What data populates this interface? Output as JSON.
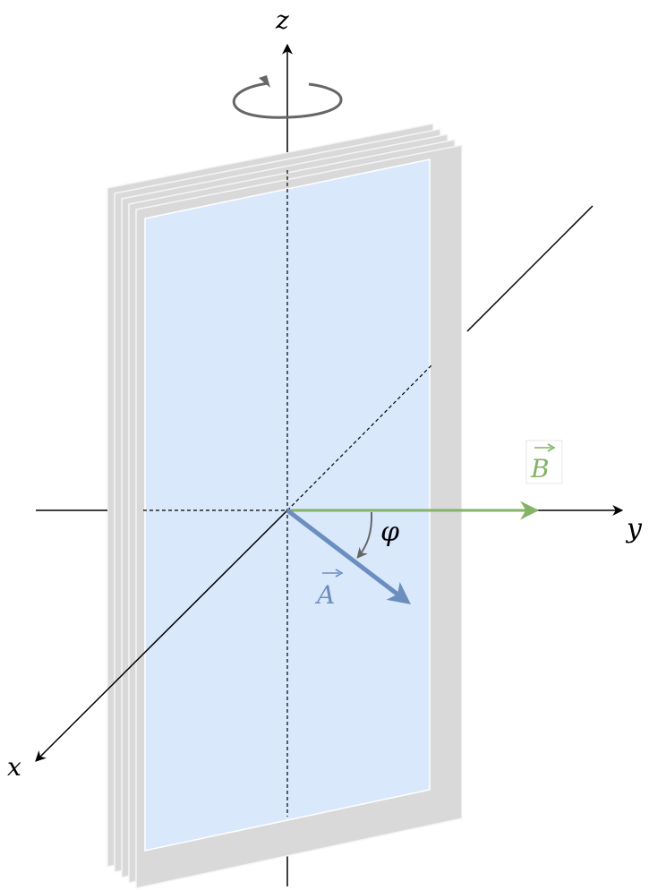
{
  "axes": {
    "x": "x",
    "y": "y",
    "z": "z"
  },
  "vectors": {
    "A": {
      "label": "A",
      "color": "#6c8ebf"
    },
    "B": {
      "label": "B",
      "color": "#82b366"
    }
  },
  "angle": {
    "label": "φ"
  },
  "colors": {
    "coil_face": "#dae8fc",
    "coil_frame": "#d9d9d9",
    "coil_frame_edge": "#f5f5f5",
    "axis": "#000000",
    "rotation_arrow": "#666666",
    "angle_arrow": "#666666"
  },
  "icons": {
    "rotation": "rotation-arrow-icon",
    "vector_arrow": "vector-arrow-icon"
  }
}
